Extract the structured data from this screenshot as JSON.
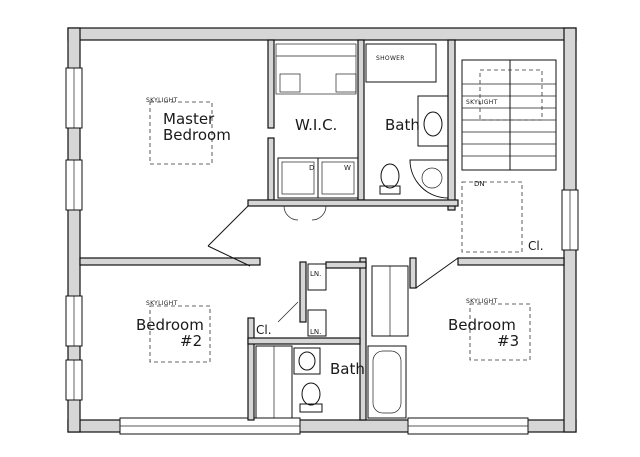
{
  "rooms": {
    "master_line1": "Master",
    "master_line2": "Bedroom",
    "wic": "W.I.C.",
    "bath_master": "Bath",
    "bath_hall": "Bath",
    "bed2_line1": "Bedroom",
    "bed2_line2": "#2",
    "bed3_line1": "Bedroom",
    "bed3_line2": "#3"
  },
  "labels": {
    "skylight_master": "SKYLIGHT",
    "skylight_stair": "SKYLIGHT",
    "skylight_bed2": "SKYLIGHT",
    "skylight_bed3": "SKYLIGHT",
    "shower": "SHOWER",
    "dn": "DN",
    "closet_stair": "Cl.",
    "closet_bed2": "Cl.",
    "linen_top": "LN.",
    "linen_bottom": "LN.",
    "washer": "W",
    "dryer": "D"
  },
  "colors": {
    "wall_fill": "#d6d6d6",
    "line": "#111111"
  }
}
